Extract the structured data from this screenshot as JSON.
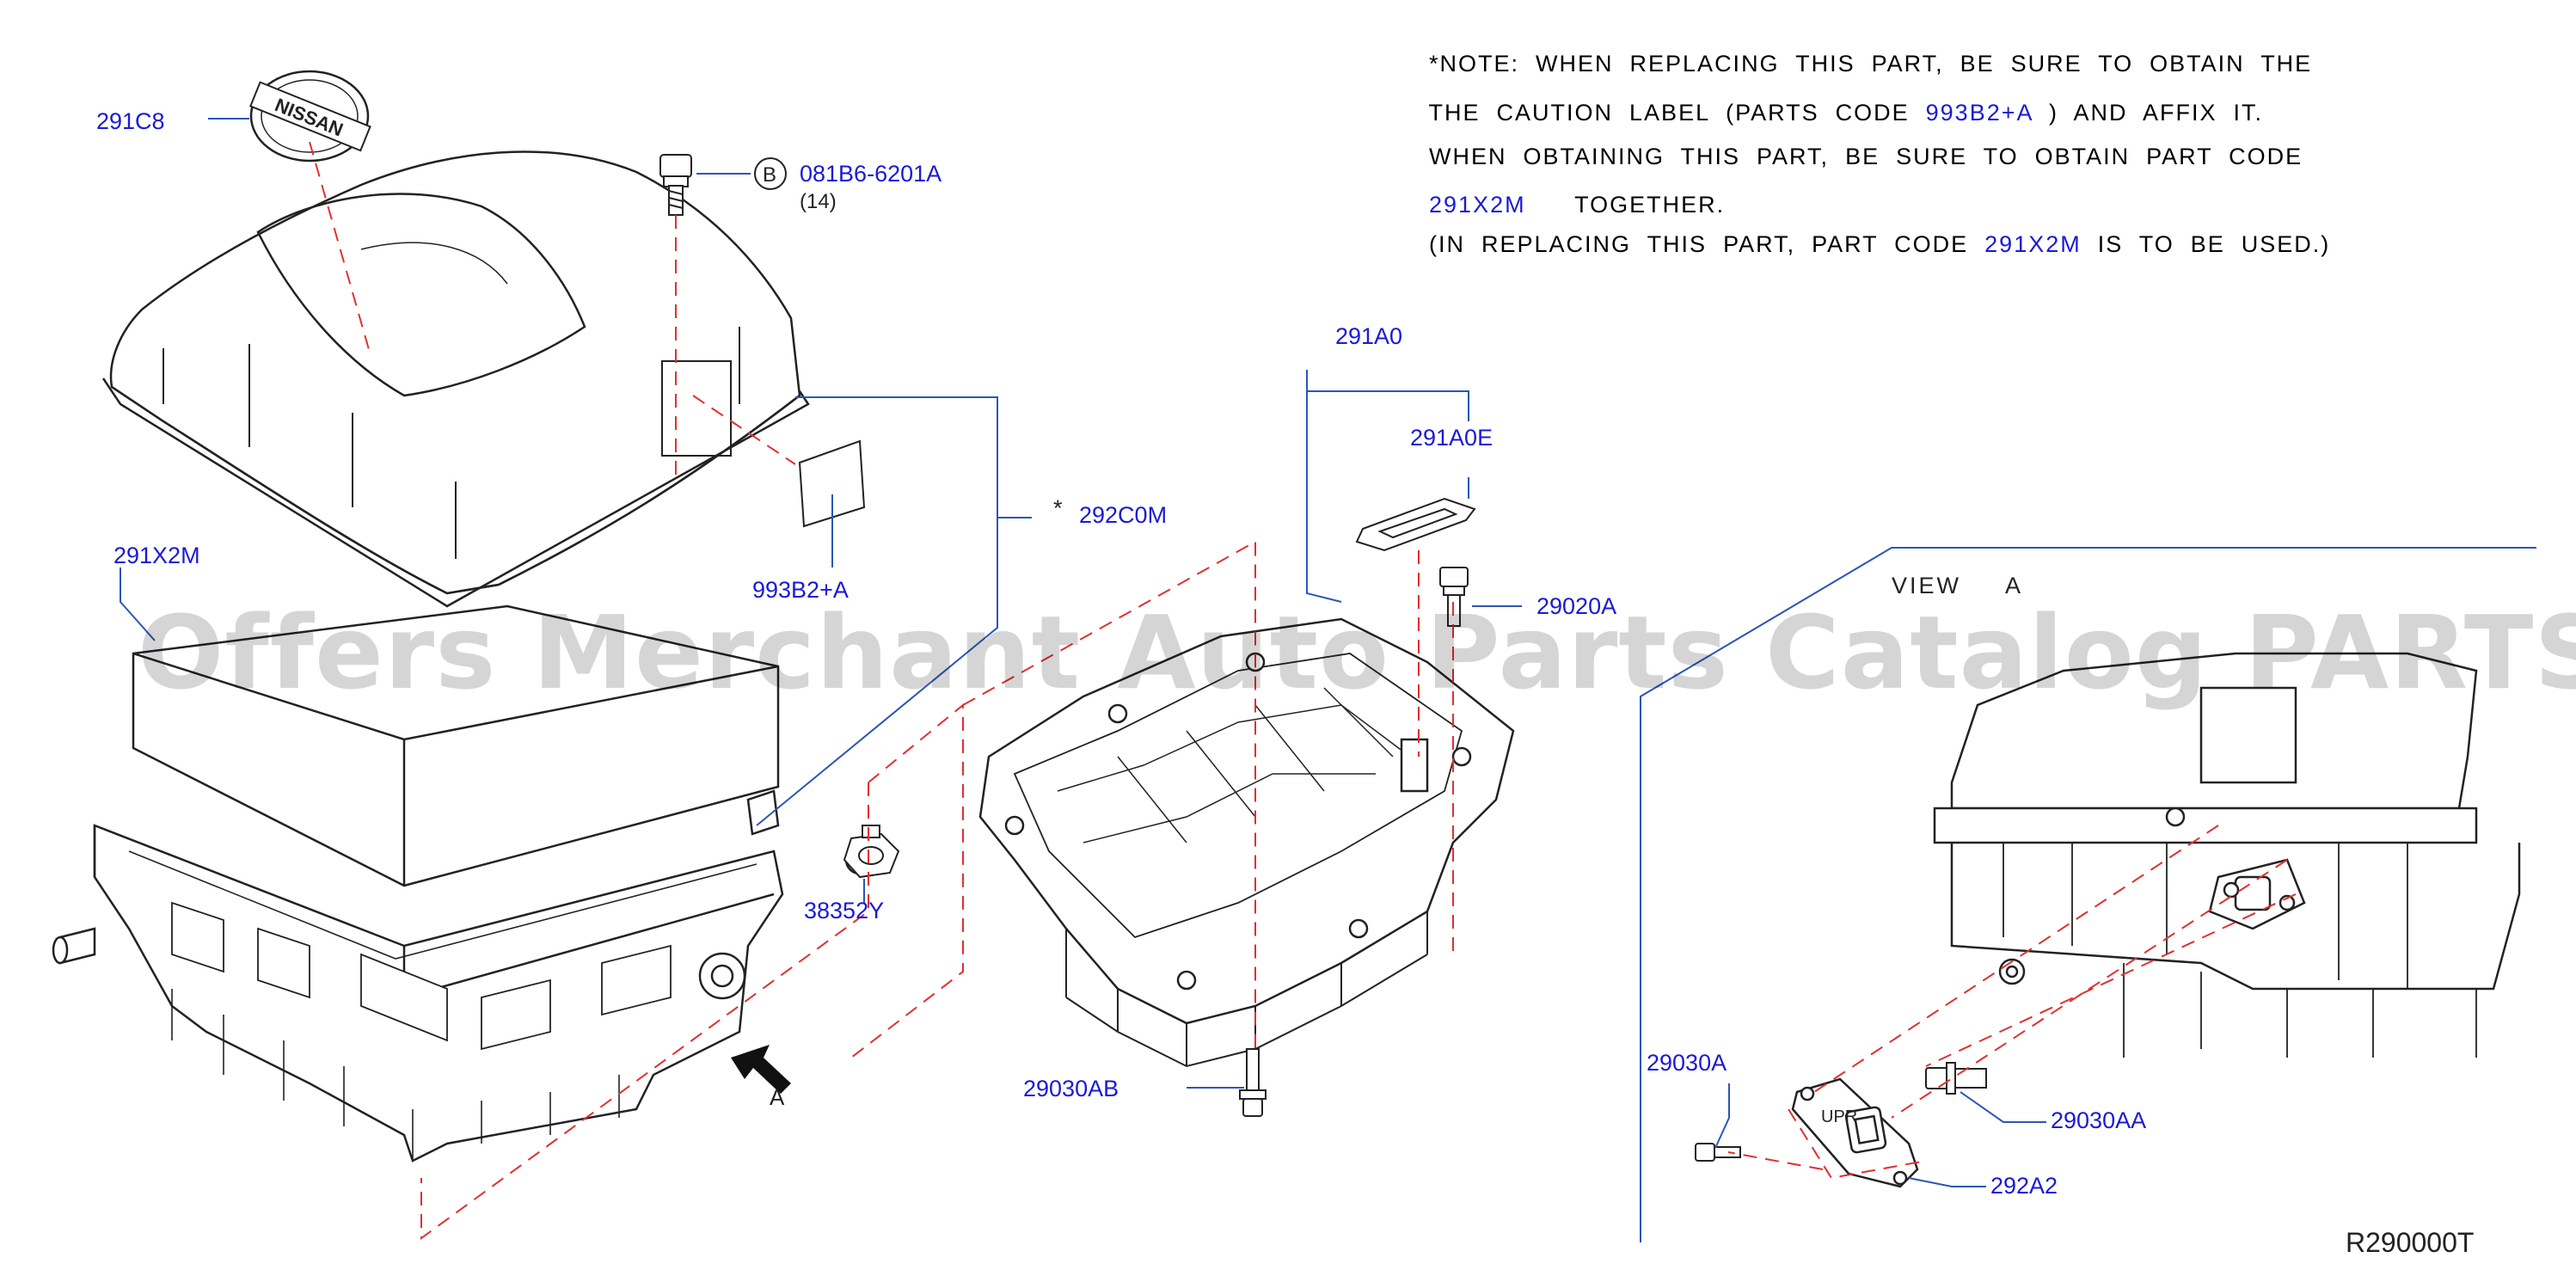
{
  "note": {
    "line1": "*NOTE:  WHEN  REPLACING  THIS  PART,  BE  SURE  TO  OBTAIN  THE",
    "line2_a": "THE  CAUTION  LABEL  (PARTS  CODE  ",
    "line2_code": "993B2+A",
    "line2_b": "  )  AND  AFFIX  IT.",
    "line3": "WHEN  OBTAINING  THIS  PART,  BE  SURE  TO  OBTAIN  PART  CODE",
    "line4_code": "291X2M",
    "line4_b": "      TOGETHER.",
    "line5_a": "(IN  REPLACING  THIS  PART,  PART  CODE  ",
    "line5_code": "291X2M",
    "line5_b": "  IS  TO  BE  USED.)"
  },
  "callouts": {
    "c291C8": "291C8",
    "c081B6": "081B6-6201A",
    "c081B6_circle": "B",
    "c081B6_qty": "(14)",
    "c993B2": "993B2+A",
    "c292C0M_star": "*",
    "c292C0M": "292C0M",
    "c291X2M": "291X2M",
    "c38352Y": "38352Y",
    "c291A0": "291A0",
    "c291A0E": "291A0E",
    "c29020A": "29020A",
    "c29030AB": "29030AB",
    "c29030A": "29030A",
    "c29030AA": "29030AA",
    "c292A2": "292A2"
  },
  "logo_text": "NISSAN",
  "view_label": "VIEW     A",
  "arrow_label": "A",
  "upr_label": "UPR",
  "diagram_code": "R290000T",
  "watermark": "Offers Merchant Auto Parts Catalog PARTSTORE.SA",
  "colors": {
    "callout": "#1a1ad6",
    "leader": "#2a56b8",
    "dash": "#e03030",
    "line": "#222222"
  }
}
